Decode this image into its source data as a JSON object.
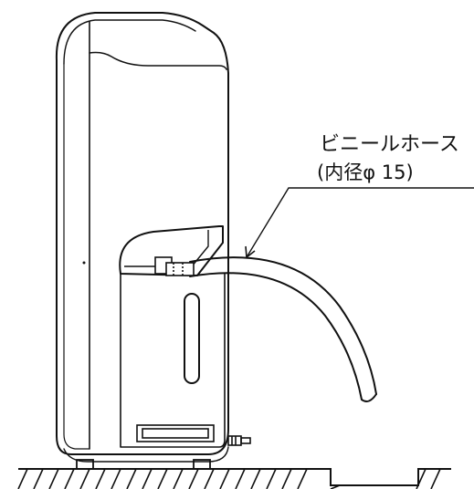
{
  "callout": {
    "line1": "ビニールホース",
    "line2": "(内径φ 15)"
  },
  "colors": {
    "ink": "#111111",
    "paper": "#ffffff"
  },
  "icons": {
    "hose": "curved-tube-shape",
    "floor": "hatched-ground-line"
  }
}
